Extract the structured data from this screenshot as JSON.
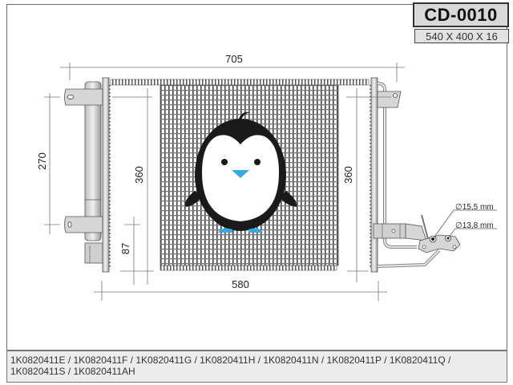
{
  "product": {
    "code": "CD-0010",
    "dimensions": "540 X 400 X 16"
  },
  "drawing": {
    "dimensions": {
      "overall_width": "705",
      "core_width": "580",
      "bracket_spacing_left": "270",
      "core_height_left": "360",
      "core_height_right": "360",
      "lower_bracket_height": "87"
    },
    "pipe_diameters": {
      "large": "∅15,5 mm",
      "small": "∅13,8 mm"
    },
    "overlay": "penguin-logo"
  },
  "footer": {
    "part_numbers_line1": "1K0820411E / 1K0820411F / 1K0820411G / 1K0820411H / 1K0820411N / 1K0820411P / 1K0820411Q /",
    "part_numbers_line2": "1K0820411S / 1K0820411AH"
  },
  "colors": {
    "penguin_body": "#1a1a1a",
    "penguin_accent": "#3aa8e0",
    "core_grid": "#555555",
    "frame": "#6b6b6b"
  }
}
